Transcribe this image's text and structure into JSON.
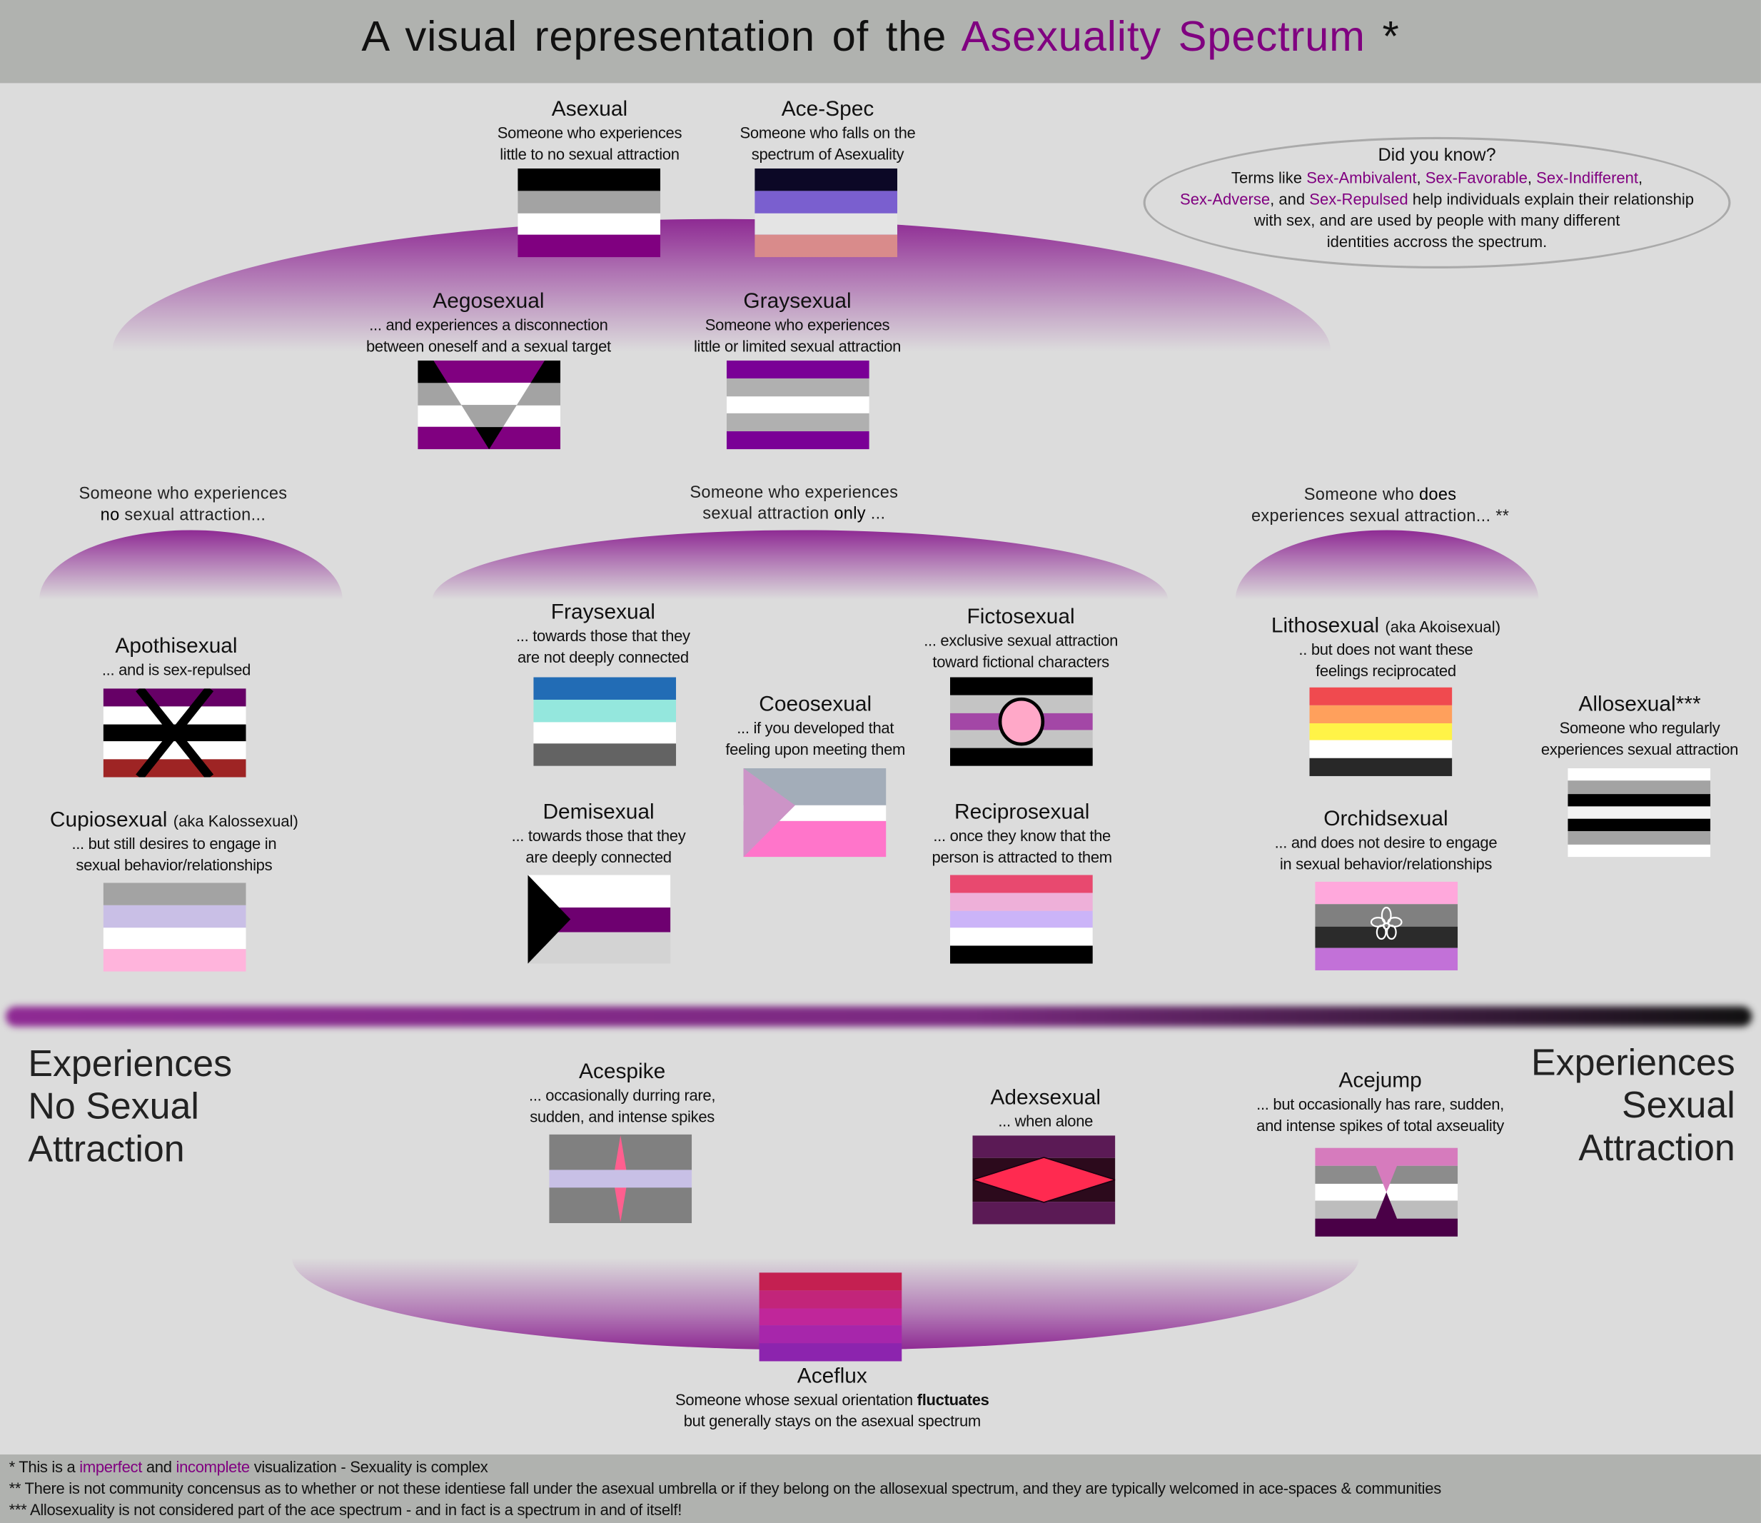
{
  "header": {
    "title_prefix": "A visual representation of the",
    "title_highlight": "Asexuality Spectrum",
    "title_mark": "*"
  },
  "did_you_know": {
    "title": "Did you know?",
    "line1_prefix": "Terms like",
    "term1": "Sex-Ambivalent",
    "sep1": ",",
    "term2": "Sex-Favorable",
    "sep2": ",",
    "term3": "Sex-Indifferent",
    "sep3": ",",
    "term4": "Sex-Adverse",
    "mid": ", and",
    "term5": "Sex-Repulsed",
    "line2_suffix": "help individuals explain their relationship",
    "line3": "with sex, and are used by people with many different",
    "line4": "identities accross the spectrum."
  },
  "captions": {
    "none": {
      "line1": "Someone who experiences",
      "bold": "no",
      "line2": "sexual attraction..."
    },
    "only": {
      "line1": "Someone who experiences",
      "line2": "sexual attraction",
      "bold": "only",
      "line2_suffix": "..."
    },
    "does": {
      "line1": "Someone who",
      "bold": "does",
      "line2": "experiences sexual attraction... **"
    }
  },
  "axis": {
    "left": [
      "Experiences",
      "No Sexual",
      "Attraction"
    ],
    "right": [
      "Experiences",
      "Sexual",
      "Attraction"
    ]
  },
  "entries": [
    {
      "id": "asexual",
      "title": "Asexual",
      "lines": [
        "Someone who experiences",
        "little to no sexual attraction"
      ],
      "flag": {
        "stripes": [
          "#000000",
          "#a3a3a3",
          "#ffffff",
          "#800080"
        ]
      }
    },
    {
      "id": "ace-spec",
      "title": "Ace-Spec",
      "lines": [
        "Someone who falls on the",
        "spectrum of Asexuality"
      ],
      "flag": {
        "stripes": [
          "#0c0826",
          "#7a5fcf",
          "#e4e4e4",
          "#d98b8b"
        ]
      }
    },
    {
      "id": "aegosexual",
      "title": "Aegosexual",
      "lines": [
        "... and experiences a disconnection",
        "between oneself and a sexual target"
      ],
      "flag": {
        "stripes": [
          "#000000",
          "#a3a3a3",
          "#ffffff",
          "#800080"
        ],
        "overlay": "inverted-triangle",
        "inner": [
          "#800080",
          "#ffffff",
          "#a3a3a3",
          "#000000"
        ]
      }
    },
    {
      "id": "graysexual",
      "title": "Graysexual",
      "lines": [
        "Someone who experiences",
        "little or limited sexual attraction"
      ],
      "flag": {
        "stripes": [
          "#7a0096",
          "#b0b0b0",
          "#ffffff",
          "#b0b0b0",
          "#7a0096"
        ]
      }
    },
    {
      "id": "apothisexual",
      "title": "Apothisexual",
      "lines": [
        "... and is sex-repulsed"
      ],
      "flag": {
        "stripes": [
          "#660066",
          "#ffffff",
          "#000000",
          "#ffffff",
          "#9e2424"
        ],
        "overlay": "x-cross"
      }
    },
    {
      "id": "cupiosexual",
      "title": "Cupiosexual",
      "aka": "(aka Kalossexual)",
      "lines": [
        "... but still desires to engage in",
        "sexual behavior/relationships"
      ],
      "flag": {
        "stripes": [
          "#a3a3a3",
          "#c9bfe6",
          "#ffffff",
          "#ffb4dc"
        ]
      }
    },
    {
      "id": "fraysexual",
      "title": "Fraysexual",
      "lines": [
        "... towards those that they",
        "are not deeply connected"
      ],
      "flag": {
        "stripes": [
          "#226cb5",
          "#94e7dd",
          "#ffffff",
          "#636363"
        ]
      }
    },
    {
      "id": "demisexual",
      "title": "Demisexual",
      "lines": [
        "... towards those that they",
        "are deeply connected"
      ],
      "flag": {
        "stripes": [
          "#ffffff",
          "#6e0070",
          "#d3d3d3"
        ],
        "weights": [
          37,
          28,
          35
        ],
        "overlay": "chevron"
      }
    },
    {
      "id": "coeosexual",
      "title": "Coeosexual",
      "lines": [
        "... if you developed that",
        "feeling upon meeting them"
      ],
      "flag": {
        "stripes": [
          "#a3adb9",
          "#ffffff",
          "#ff75ca"
        ],
        "weights": [
          42,
          17,
          41
        ],
        "overlay": "side-triangle",
        "accent": "#cc94c7"
      }
    },
    {
      "id": "fictosexual",
      "title": "Fictosexual",
      "lines": [
        "... exclusive sexual attraction",
        "toward fictional characters"
      ],
      "flag": {
        "stripes": [
          "#000000",
          "#c4c4c4",
          "#a347a6",
          "#c4c4c4",
          "#000000"
        ],
        "overlay": "circle",
        "accent": "#ffa8c8"
      }
    },
    {
      "id": "reciprosexual",
      "title": "Reciprosexual",
      "lines": [
        "... once they know that the",
        "person is attracted to them"
      ],
      "flag": {
        "stripes": [
          "#e8496f",
          "#eeb0d9",
          "#cbb4f8",
          "#ffffff",
          "#000000"
        ]
      }
    },
    {
      "id": "lithosexual",
      "title": "Lithosexual",
      "aka": "(aka Akoisexual)",
      "lines": [
        ".. but does not want these",
        "feelings reciprocated"
      ],
      "flag": {
        "stripes": [
          "#f04a4f",
          "#ffa05c",
          "#fff347",
          "#ffffff",
          "#282828"
        ]
      }
    },
    {
      "id": "orchidsexual",
      "title": "Orchidsexual",
      "lines": [
        "... and does not desire to engage",
        "in sexual behavior/relationships"
      ],
      "flag": {
        "stripes": [
          "#ffa8dc",
          "#808080",
          "#2b2b2b",
          "#c271d8"
        ],
        "overlay": "orchid"
      }
    },
    {
      "id": "allosexual",
      "title": "Allosexual***",
      "lines": [
        "Someone who regularly",
        "experiences sexual attraction"
      ],
      "flag": {
        "stripes": [
          "#ffffff",
          "#a3a3a3",
          "#000000",
          "#f3f3f3",
          "#000000",
          "#a3a3a3",
          "#ffffff"
        ]
      }
    },
    {
      "id": "acespike",
      "title": "Acespike",
      "lines": [
        "... occasionally durring rare,",
        "sudden, and intense spikes"
      ],
      "flag": {
        "stripes": [
          "#808080",
          "#c8c0e6",
          "#808080"
        ],
        "weights": [
          40,
          20,
          40
        ],
        "overlay": "spike",
        "accent": "#ff5f8f"
      }
    },
    {
      "id": "adexsexual",
      "title": "Adexsexual",
      "lines": [
        "... when alone"
      ],
      "flag": {
        "stripes": [
          "#5b1a55",
          "#2c0a1c",
          "#5b1a55"
        ],
        "weights": [
          25,
          50,
          25
        ],
        "overlay": "diamond",
        "accent": "#ff2a50"
      }
    },
    {
      "id": "acejump",
      "title": "Acejump",
      "lines": [
        "... but occasionally has rare, sudden,",
        "and intense spikes of total axseuality"
      ],
      "flag": {
        "stripes": [
          "#d67bbd",
          "#8c8c8c",
          "#ffffff",
          "#bdbdbd",
          "#4a0047"
        ],
        "overlay": "hourglass"
      }
    },
    {
      "id": "aceflux",
      "title": "Aceflux",
      "lines": [
        "Someone whose sexual orientation",
        "but generally stays on the asexual spectrum"
      ],
      "bold": "fluctuates",
      "flag": {
        "stripes": [
          "#c42051",
          "#c2257a",
          "#c0269a",
          "#a726ab",
          "#8c24ae"
        ]
      }
    }
  ],
  "footer": {
    "l1_prefix": "* This is a",
    "l1_w1": "imperfect",
    "l1_mid": "and",
    "l1_w2": "incomplete",
    "l1_suffix": "visualization - Sexuality is complex",
    "l2": "** There is not community concensus as to whether or not these identiese fall under the asexual umbrella or if they belong on the allosexual spectrum, and they are typically welcomed in ace-spaces & communities",
    "l3": "*** Allosexuality is not considered part of the ace spectrum - and in fact is a spectrum in and of itself!"
  }
}
